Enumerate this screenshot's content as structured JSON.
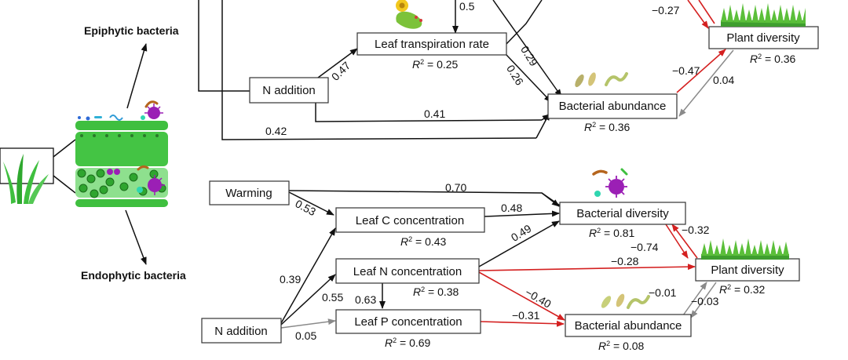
{
  "colors": {
    "positive": "#111111",
    "negative": "#d42020",
    "nonsignificant": "#8a8a8a",
    "leaf_green": "#3fbf3f",
    "microbe_purple": "#9b1fb5"
  },
  "labels": {
    "epiphytic": "Epiphytic bacteria",
    "endophytic": "Endophytic bacteria"
  },
  "top": {
    "n_addition": "N addition",
    "leaf_transpiration": {
      "name": "Leaf transpiration rate",
      "r2": "= 0.25"
    },
    "bacterial_abundance": {
      "name": "Bacterial abundance",
      "r2": "= 0.36"
    },
    "plant_diversity": {
      "name": "Plant diversity",
      "r2": "= 0.36"
    },
    "coef": {
      "p05": "0.5",
      "p047": "0.47",
      "p029": "0.29",
      "p026": "0.26",
      "p041": "0.41",
      "p042": "0.42",
      "m027": "−0.27",
      "m047": "−0.47",
      "p004": "0.04"
    }
  },
  "bottom": {
    "warming": "Warming",
    "n_addition": "N addition",
    "leaf_c": {
      "name": "Leaf C concentration",
      "r2": "= 0.43"
    },
    "leaf_n": {
      "name": "Leaf N concentration",
      "r2": "= 0.38"
    },
    "leaf_p": {
      "name": "Leaf P concentration",
      "r2": "= 0.69"
    },
    "bacterial_diversity": {
      "name": "Bacterial diversity",
      "r2": "= 0.81"
    },
    "plant_diversity": {
      "name": "Plant diversity",
      "r2": "= 0.32"
    },
    "bacterial_abundance": {
      "name": "Bacterial abundance",
      "r2": "= 0.08"
    },
    "coef": {
      "p070": "0.70",
      "p053": "0.53",
      "p048": "0.48",
      "p049": "0.49",
      "p039": "0.39",
      "p055": "0.55",
      "p063": "0.63",
      "p005": "0.05",
      "m028": "−0.28",
      "m040": "−0.40",
      "m031": "−0.31",
      "m032": "−0.32",
      "m074": "−0.74",
      "m001": "−0.01",
      "m003": "−0.03"
    }
  },
  "r2_symbol": "R"
}
